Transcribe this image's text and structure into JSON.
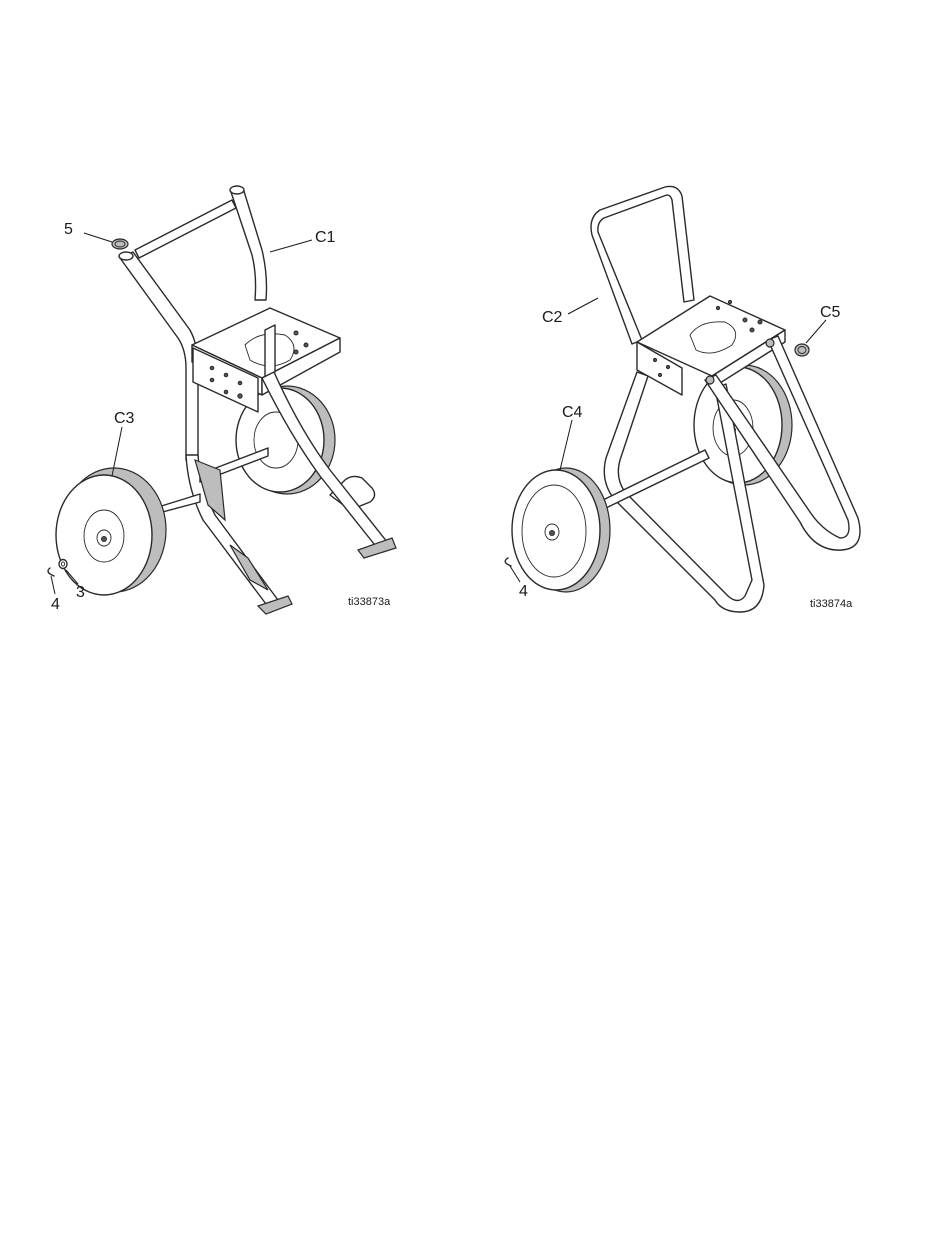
{
  "figures": [
    {
      "id": "ti33873a",
      "callouts": {
        "c1": "C1",
        "c3": "C3",
        "five": "5",
        "four": "4",
        "three": "3"
      }
    },
    {
      "id": "ti33874a",
      "callouts": {
        "c2": "C2",
        "c4": "C4",
        "c5": "C5",
        "four": "4"
      }
    }
  ]
}
